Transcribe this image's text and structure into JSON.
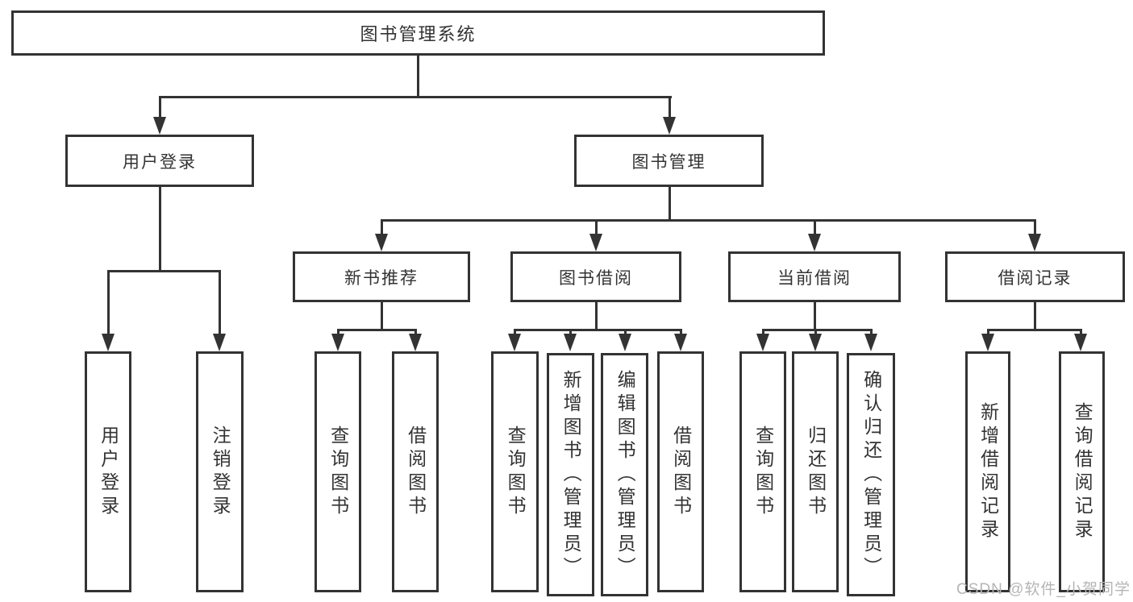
{
  "root": {
    "label": "图书管理系统"
  },
  "level1": {
    "user_login": {
      "label": "用户登录"
    },
    "book_management": {
      "label": "图书管理"
    }
  },
  "level2": {
    "new_book_recommend": {
      "label": "新书推荐"
    },
    "book_borrow": {
      "label": "图书借阅"
    },
    "current_borrow": {
      "label": "当前借阅"
    },
    "borrow_records": {
      "label": "借阅记录"
    }
  },
  "leaves": {
    "user_login": [
      "用户登录",
      "注销登录"
    ],
    "new_book_recommend": [
      "查询图书",
      "借阅图书"
    ],
    "book_borrow": [
      "查询图书",
      "新增图书（管理员）",
      "编辑图书（管理员）",
      "借阅图书"
    ],
    "current_borrow": [
      "查询图书",
      "归还图书",
      "确认归还（管理员）"
    ],
    "borrow_records": [
      "新增借阅记录",
      "查询借阅记录"
    ]
  },
  "watermark": "CSDN @软件_小贺同学",
  "colors": {
    "line": "#333333",
    "text": "#333333",
    "watermark": "#b5b5b5",
    "background": "#ffffff"
  }
}
